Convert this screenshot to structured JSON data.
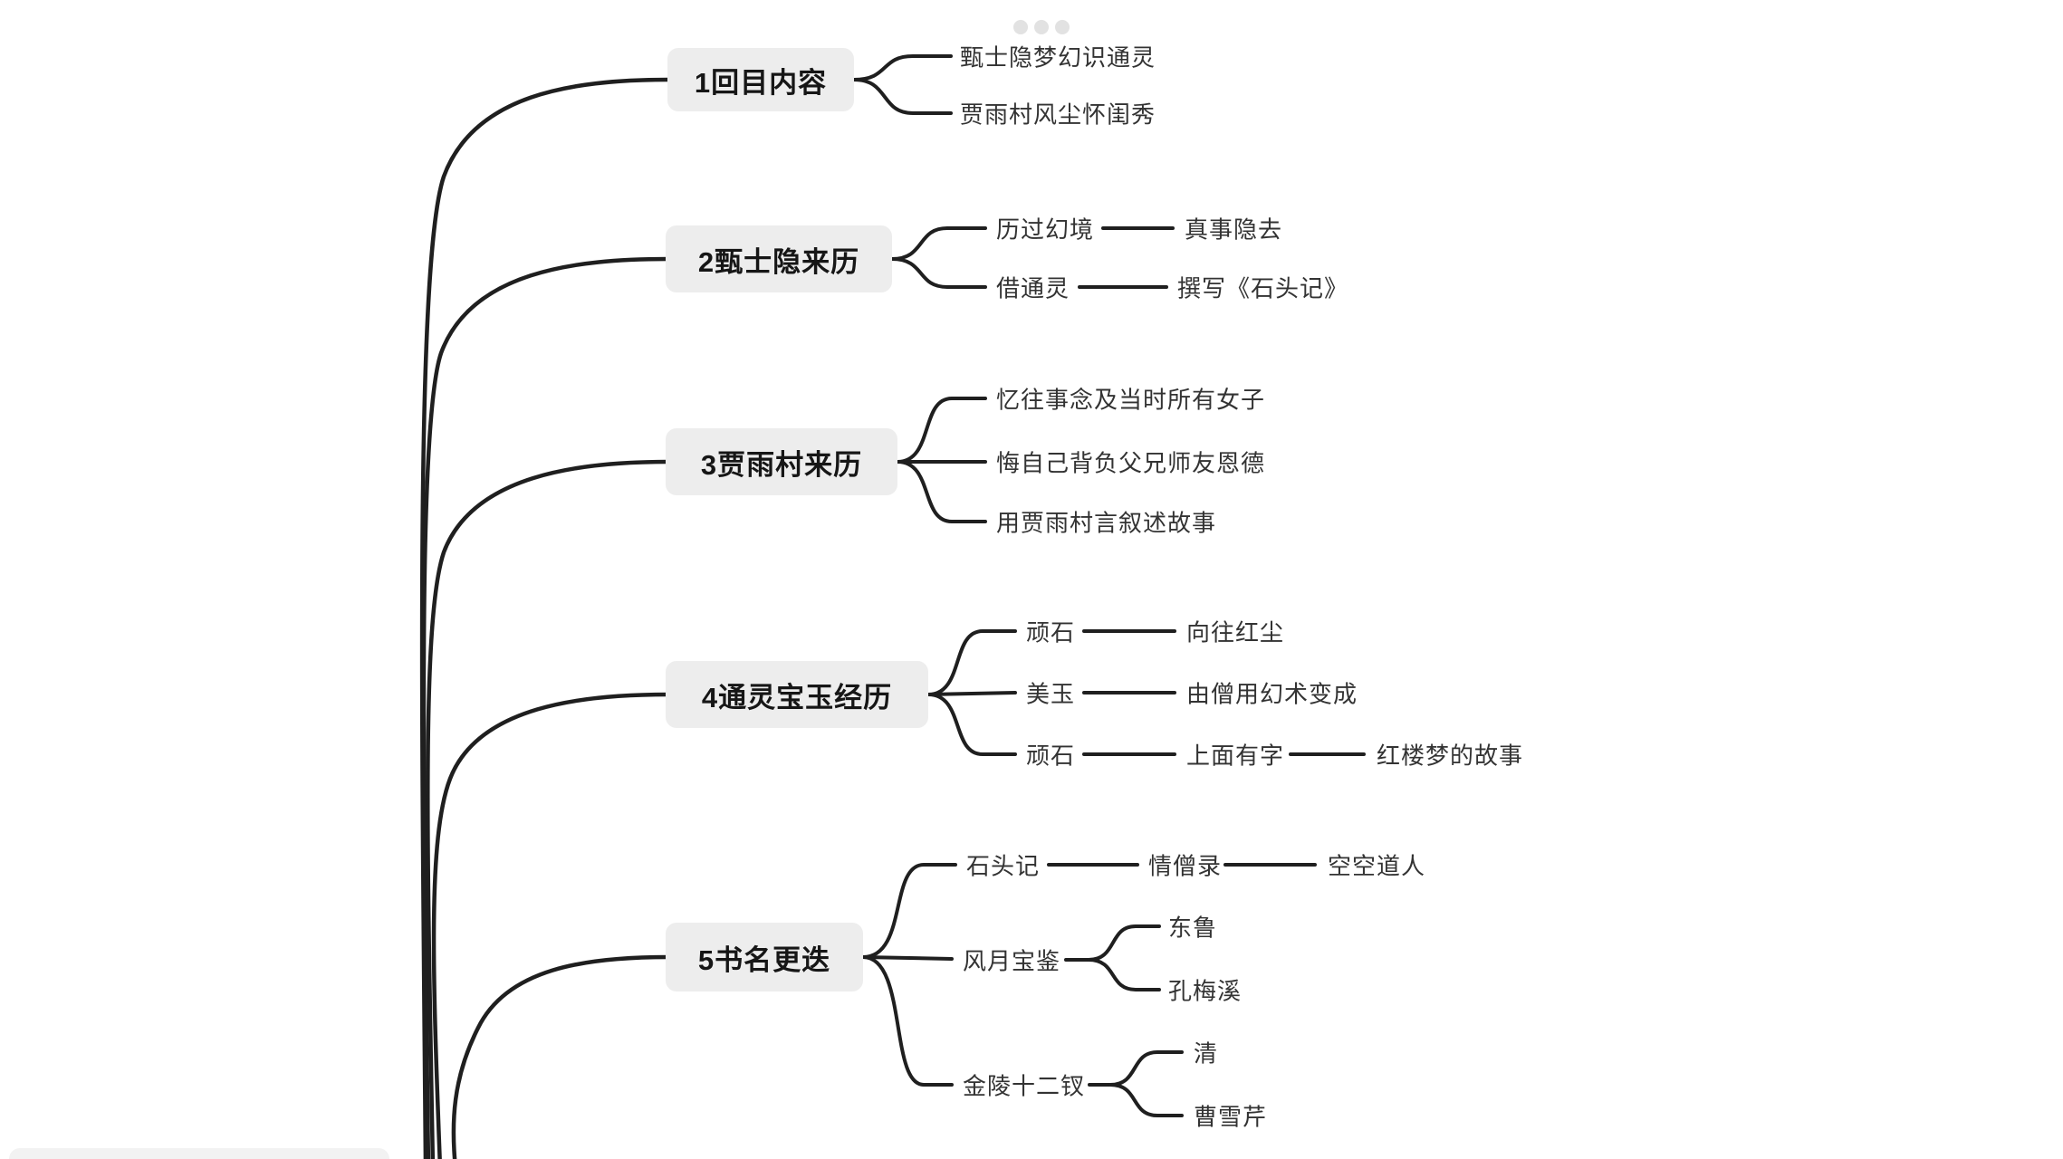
{
  "app": {
    "more_menu_icon": "ellipsis-dots",
    "colors": {
      "background": "#ffffff",
      "topic_fill": "#ededed",
      "topic_text": "#161616",
      "leaf_text": "#333333",
      "line": "#1f1f1f",
      "dots": "#e2e2e2"
    }
  },
  "mindmap": {
    "branches": [
      {
        "label": "1回目内容",
        "children": [
          {
            "label": "甄士隐梦幻识通灵"
          },
          {
            "label": "贾雨村风尘怀闺秀"
          }
        ]
      },
      {
        "label": "2甄士隐来历",
        "children": [
          {
            "label": "历过幻境",
            "children": [
              {
                "label": "真事隐去"
              }
            ]
          },
          {
            "label": "借通灵",
            "children": [
              {
                "label": "撰写《石头记》"
              }
            ]
          }
        ]
      },
      {
        "label": "3贾雨村来历",
        "children": [
          {
            "label": "忆往事念及当时所有女子"
          },
          {
            "label": "悔自己背负父兄师友恩德"
          },
          {
            "label": "用贾雨村言叙述故事"
          }
        ]
      },
      {
        "label": "4通灵宝玉经历",
        "children": [
          {
            "label": "顽石",
            "children": [
              {
                "label": "向往红尘"
              }
            ]
          },
          {
            "label": "美玉",
            "children": [
              {
                "label": "由僧用幻术变成"
              }
            ]
          },
          {
            "label": "顽石",
            "children": [
              {
                "label": "上面有字",
                "children": [
                  {
                    "label": "红楼梦的故事"
                  }
                ]
              }
            ]
          }
        ]
      },
      {
        "label": "5书名更迭",
        "children": [
          {
            "label": "石头记",
            "children": [
              {
                "label": "情僧录",
                "children": [
                  {
                    "label": "空空道人"
                  }
                ]
              }
            ]
          },
          {
            "label": "风月宝鉴",
            "children": [
              {
                "label": "东鲁"
              },
              {
                "label": "孔梅溪"
              }
            ]
          },
          {
            "label": "金陵十二钗",
            "children": [
              {
                "label": "清"
              },
              {
                "label": "曹雪芹"
              }
            ]
          }
        ]
      }
    ]
  }
}
